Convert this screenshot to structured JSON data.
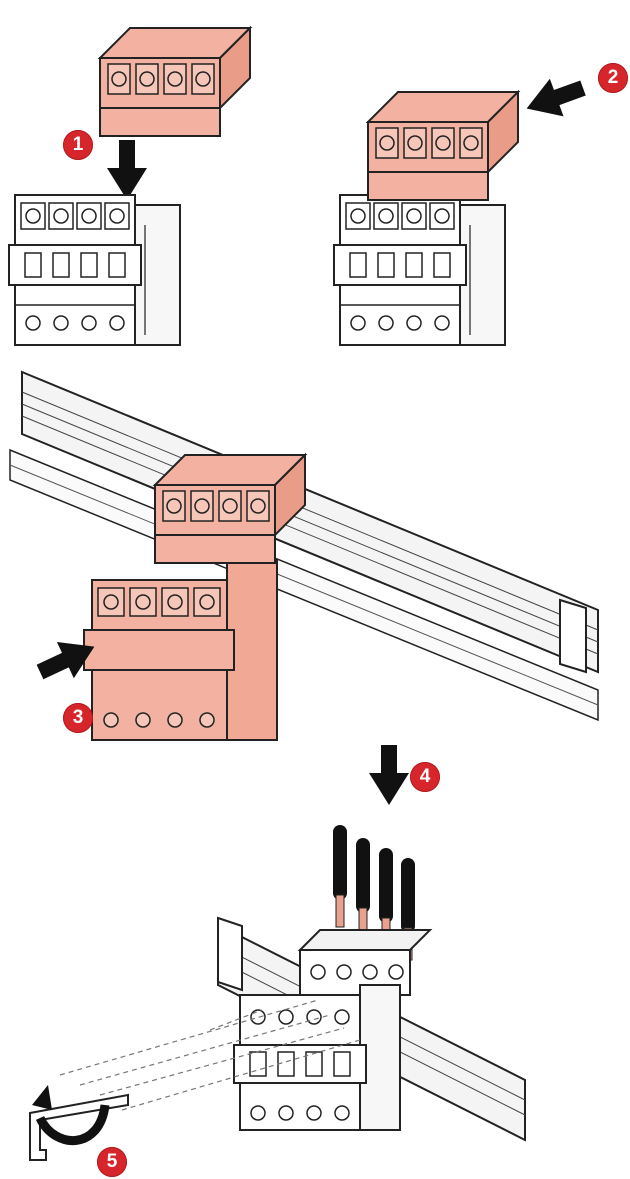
{
  "steps": [
    {
      "id": "step-1",
      "label": "1"
    },
    {
      "id": "step-2",
      "label": "2"
    },
    {
      "id": "step-3",
      "label": "3"
    },
    {
      "id": "step-4",
      "label": "4"
    },
    {
      "id": "step-5",
      "label": "5"
    }
  ],
  "colors": {
    "step_badge": "#d7262b",
    "terminal_cover": "#f2b1a1",
    "outline": "#222222",
    "rail": "#f4f4f4",
    "cable": "#111111",
    "cable_end": "#e9a08c"
  },
  "icons": [
    "arrow-icon",
    "hex-key-icon",
    "rotate-icon"
  ]
}
